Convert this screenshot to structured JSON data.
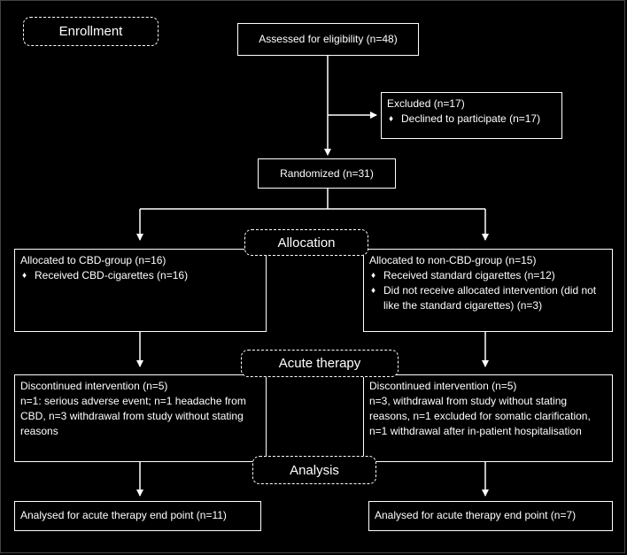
{
  "stages": {
    "enrollment": "Enrollment",
    "allocation": "Allocation",
    "acute_therapy": "Acute therapy",
    "analysis": "Analysis"
  },
  "assessed": "Assessed for eligibility (n=48)",
  "excluded": {
    "title": "Excluded (n=17)",
    "items": [
      "Declined to participate (n=17)"
    ]
  },
  "randomized": "Randomized (n=31)",
  "cbd_group": {
    "allocated": {
      "title": "Allocated to CBD-group (n=16)",
      "items": [
        "Received CBD-cigarettes (n=16)"
      ]
    },
    "discontinued": {
      "title": "Discontinued intervention (n=5)",
      "detail": "n=1: serious adverse event; n=1 headache from CBD, n=3 withdrawal from study without stating reasons"
    },
    "analysed": "Analysed for acute therapy end point (n=11)"
  },
  "non_cbd_group": {
    "allocated": {
      "title": "Allocated to non-CBD-group (n=15)",
      "items": [
        "Received standard cigarettes (n=12)",
        "Did not receive allocated intervention (did not like the standard cigarettes) (n=3)"
      ]
    },
    "discontinued": {
      "title": "Discontinued intervention (n=5)",
      "detail": "n=3, withdrawal from study without stating reasons, n=1 excluded for somatic clarification, n=1 withdrawal after in-patient hospitalisation"
    },
    "analysed": "Analysed for acute therapy end point (n=7)"
  }
}
